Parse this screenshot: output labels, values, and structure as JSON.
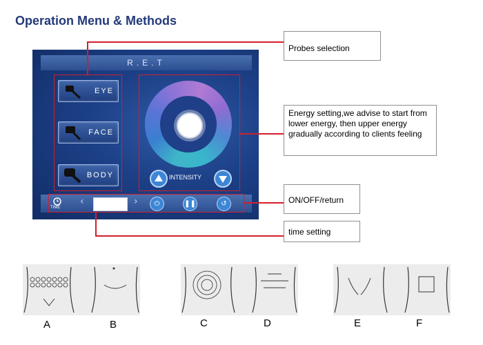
{
  "page": {
    "title": "Operation Menu & Methods"
  },
  "device": {
    "header": "R.E.T",
    "probes": [
      {
        "label": "EYE"
      },
      {
        "label": "FACE"
      },
      {
        "label": "BODY"
      }
    ],
    "intensity_label": "INTENSITY",
    "time_label": "TIME"
  },
  "callouts": {
    "probes": "Probes selection",
    "energy": "Energy setting,we advise to start from lower energy, then upper energy gradually according to clients feeling",
    "onoff": "ON/OFF/return",
    "time": "time setting"
  },
  "methods": [
    "A",
    "B",
    "C",
    "D",
    "E",
    "F"
  ],
  "colors": {
    "title": "#243a7a",
    "highlight": "#d11f2c",
    "screen": "#1c3f86"
  }
}
